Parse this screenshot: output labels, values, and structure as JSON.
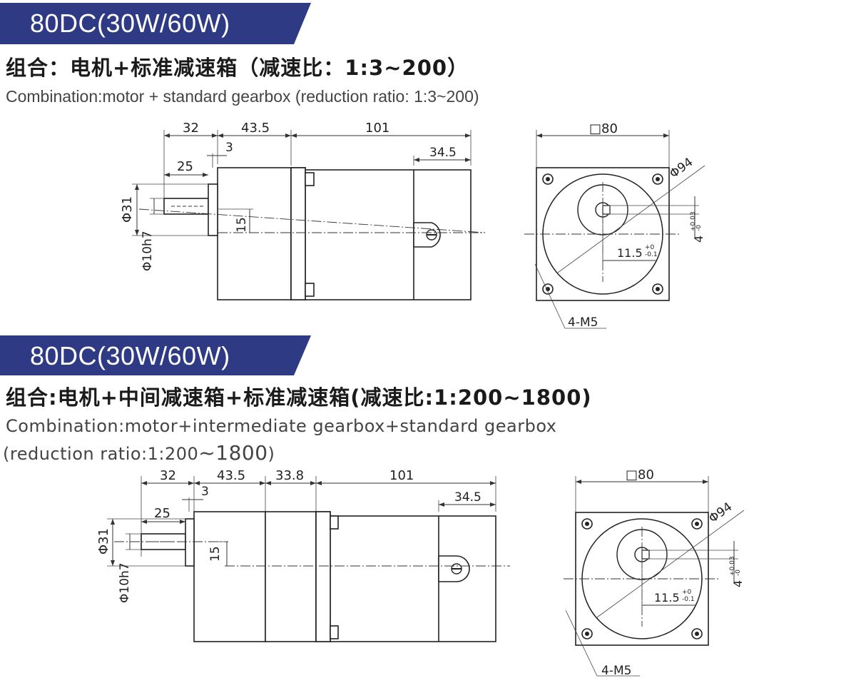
{
  "colors": {
    "banner": "#2e3a84",
    "banner_text": "#ffffff",
    "line": "#222222"
  },
  "section1": {
    "banner": "80DC(30W/60W)",
    "title_cn": "组合：电机+标准减速箱（减速比：1:3~200）",
    "title_en": "Combination:motor + standard gearbox (reduction ratio: 1:3~200)",
    "side": {
      "dim_32": "32",
      "dim_43_5": "43.5",
      "dim_101": "101",
      "dim_3": "3",
      "dim_25": "25",
      "dim_34_5": "34.5",
      "dim_phi31": "Φ31",
      "dim_15": "15",
      "dim_phi10": "Φ10h7"
    },
    "front": {
      "dim_square": "□80",
      "dim_phi94": "Φ94",
      "dim_11_5": "11.5",
      "tol_11_5_top": "+0",
      "tol_11_5_bot": "-0.1",
      "dim_4": "4",
      "tol_4_top": "+0.03",
      "tol_4_bot": "-0",
      "holes": "4-M5"
    }
  },
  "section2": {
    "banner": "80DC(30W/60W)",
    "title_cn": "组合:电机+中间减速箱+标准减速箱(减速比:1:200~1800)",
    "title_en_line1": "Combination:motor+intermediate gearbox+standard gearbox",
    "title_en_line2_prefix": "(reduction ratio:1:200",
    "title_en_line2_big": "~1800",
    "title_en_line2_suffix": ")",
    "side": {
      "dim_32": "32",
      "dim_43_5": "43.5",
      "dim_33_8": "33.8",
      "dim_101": "101",
      "dim_3": "3",
      "dim_25": "25",
      "dim_34_5": "34.5",
      "dim_phi31": "Φ31",
      "dim_15": "15",
      "dim_phi10": "Φ10h7"
    },
    "front": {
      "dim_square": "□80",
      "dim_phi94": "Φ94",
      "dim_11_5": "11.5",
      "tol_11_5_top": "+0",
      "tol_11_5_bot": "-0.1",
      "dim_4": "4",
      "tol_4_top": "+0.03",
      "tol_4_bot": "-0",
      "holes": "4-M5"
    }
  }
}
